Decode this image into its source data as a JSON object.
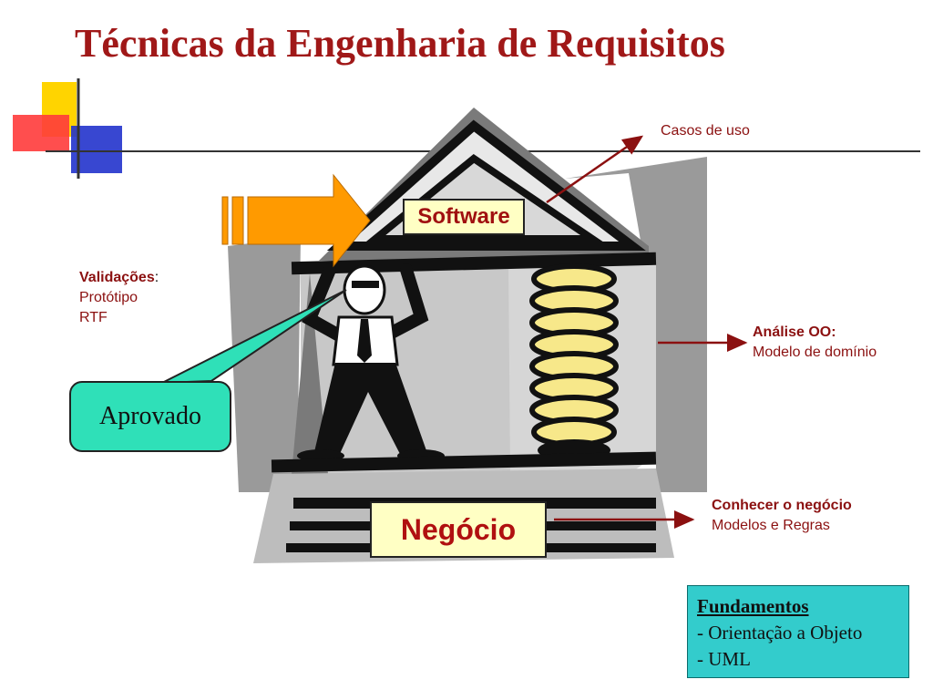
{
  "title": "Técnicas da Engenharia de Requisitos",
  "nodes": {
    "software": "Software",
    "negocio": "Negócio",
    "aprovado": "Aprovado"
  },
  "annotations": {
    "casos_de_uso": "Casos de uso",
    "validacoes": {
      "heading": "Validações",
      "colon": ":",
      "items": [
        "Protótipo",
        "RTF"
      ]
    },
    "analise_oo": {
      "heading": "Análise OO:",
      "detail": "Modelo de domínio"
    },
    "conhecer_negocio": {
      "heading": "Conhecer o negócio",
      "detail": "Modelos e Regras"
    }
  },
  "fundamentos": {
    "heading": "Fundamentos",
    "items": [
      "- Orientação a Objeto",
      "- UML"
    ]
  },
  "colors": {
    "title": "#a01818",
    "label_box_fill": "#ffffc4",
    "aprovado_fill": "#2fe0b8",
    "fundamentos_fill": "#33cccc",
    "arrow_orange": "#ff9a00",
    "arrow_maroon": "#8b1010"
  }
}
